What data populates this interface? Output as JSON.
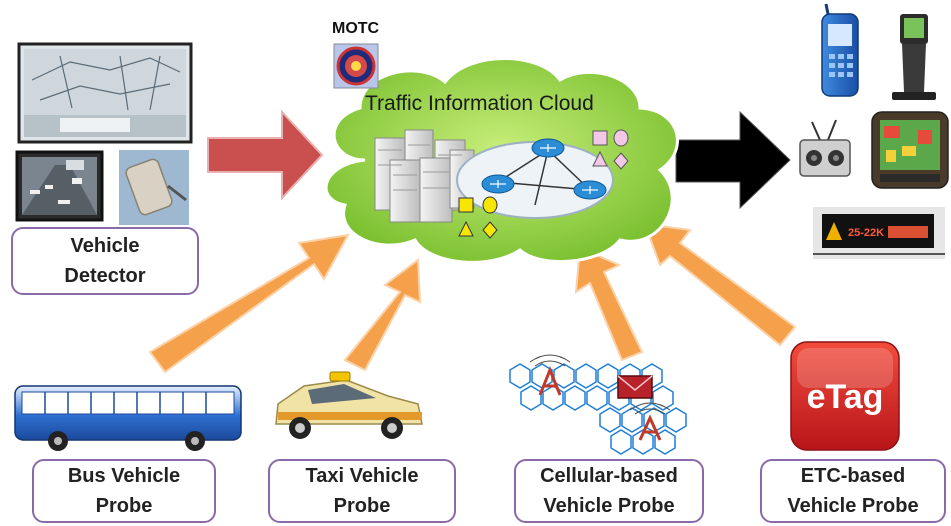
{
  "cloud": {
    "title": "Traffic Information Cloud"
  },
  "motc": {
    "label": "MOTC"
  },
  "sources": [
    {
      "line1": "Vehicle",
      "line2": "Detector"
    },
    {
      "line1": "Bus Vehicle",
      "line2": "Probe"
    },
    {
      "line1": "Taxi Vehicle",
      "line2": "Probe"
    },
    {
      "line1": "Cellular-based",
      "line2": "Vehicle Probe"
    },
    {
      "line1": "ETC-based",
      "line2": "Vehicle Probe"
    }
  ],
  "etag": {
    "label": "eTag"
  },
  "sign": {
    "text": "25-22K"
  },
  "colors": {
    "input_arrow": "#c9504e",
    "probe_arrow": "#f5a04a",
    "output_arrow": "#000000",
    "cloud": "#8ccf3e",
    "box_border": "#8a6aa8"
  }
}
